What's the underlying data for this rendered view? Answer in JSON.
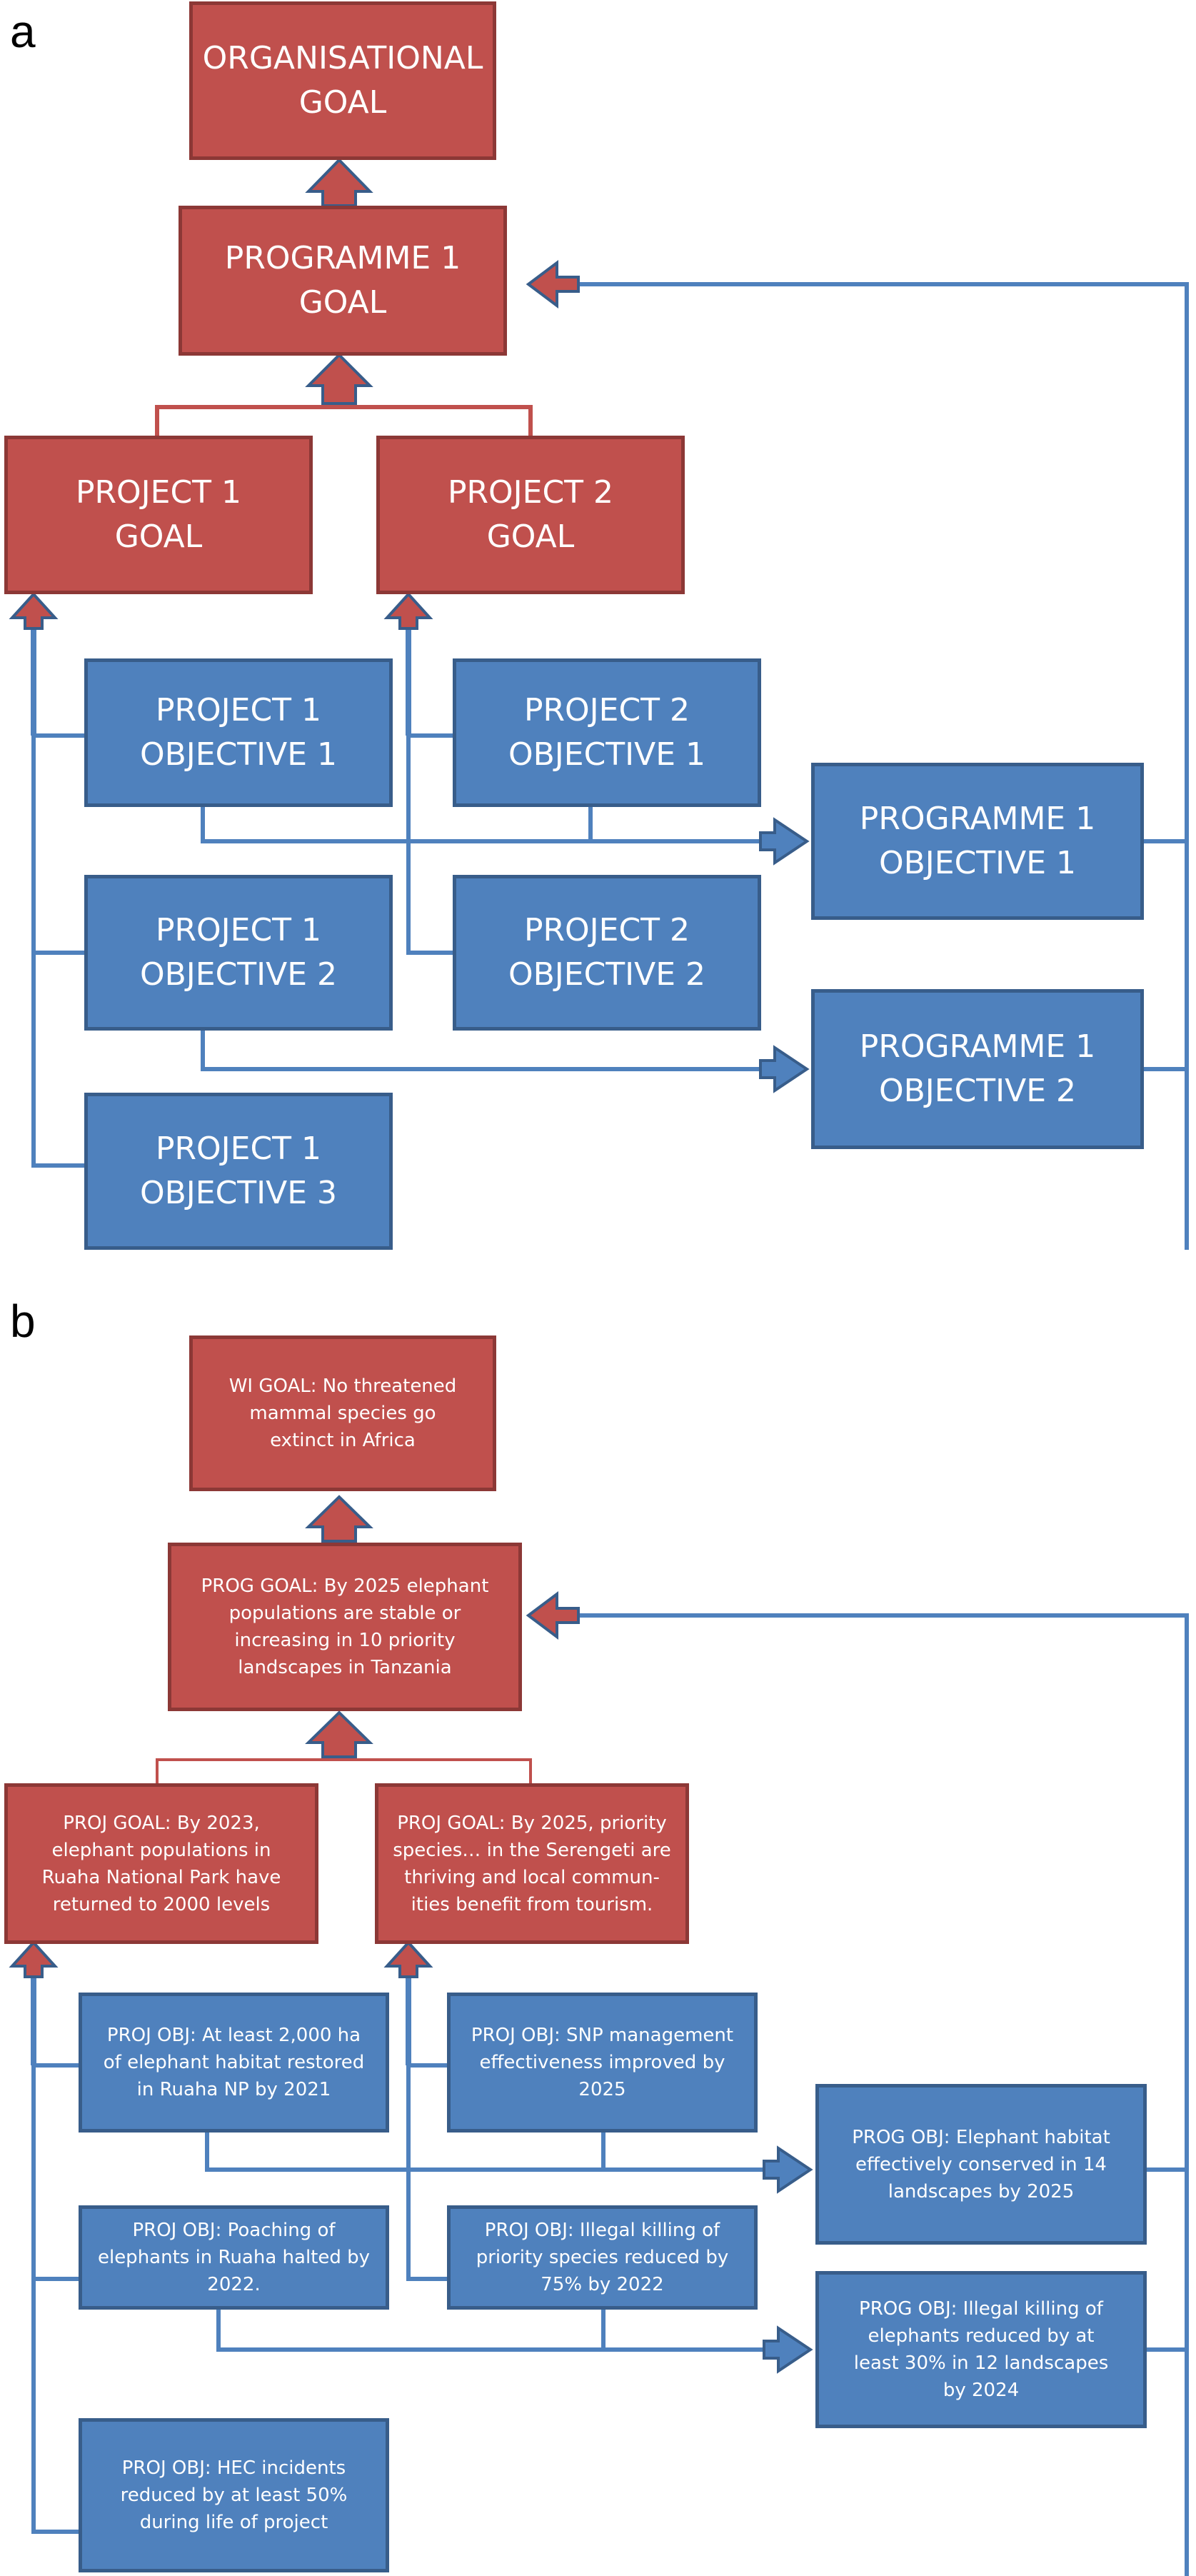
{
  "colors": {
    "goal_fill": "#c0504d",
    "goal_border": "#8c3836",
    "objective_fill": "#4f81bd",
    "objective_border": "#385d8a",
    "connector_red": "#c0504d",
    "connector_blue": "#4f81bd"
  },
  "panel_a": {
    "label": "a",
    "org_goal": "ORGANISATIONAL\nGOAL",
    "programme_goal": "PROGRAMME 1\nGOAL",
    "project1_goal": "PROJECT 1\nGOAL",
    "project2_goal": "PROJECT 2\nGOAL",
    "p1_obj1": "PROJECT 1\nOBJECTIVE 1",
    "p2_obj1": "PROJECT 2\nOBJECTIVE 1",
    "p1_obj2": "PROJECT 1\nOBJECTIVE 2",
    "p2_obj2": "PROJECT 2\nOBJECTIVE 2",
    "p1_obj3": "PROJECT 1\nOBJECTIVE 3",
    "prog_obj1": "PROGRAMME 1\nOBJECTIVE 1",
    "prog_obj2": "PROGRAMME 1\nOBJECTIVE 2"
  },
  "panel_b": {
    "label": "b",
    "org_goal": "WI GOAL: No threatened\nmammal species go\nextinct in Africa",
    "programme_goal": "PROG GOAL:  By 2025 elephant\npopulations are stable or\nincreasing in 10 priority\nlandscapes in Tanzania",
    "project1_goal": "PROJ GOAL:  By 2023,\nelephant populations in\nRuaha National Park have\nreturned to 2000 levels",
    "project2_goal": "PROJ GOAL:  By 2025, priority\nspecies… in the Serengeti are\nthriving and local commun-\nities benefit from tourism.",
    "p1_obj1": "PROJ OBJ:  At least 2,000 ha\nof elephant habitat restored\nin Ruaha NP by 2021",
    "p2_obj1": "PROJ OBJ:  SNP management\neffectiveness improved by\n2025",
    "p1_obj2": "PROJ OBJ:  Poaching of\nelephants in Ruaha halted by\n2022.",
    "p2_obj2": "PROJ OBJ:  Illegal killing of\npriority species reduced by\n75% by 2022",
    "p1_obj3": "PROJ OBJ:  HEC incidents\nreduced by at least 50%\nduring life of project",
    "prog_obj1": "PROG OBJ:  Elephant habitat\neffectively conserved  in 14\nlandscapes by 2025",
    "prog_obj2": "PROG OBJ:  Illegal killing of\nelephants reduced by at\nleast 30% in 12 landscapes\nby 2024"
  }
}
